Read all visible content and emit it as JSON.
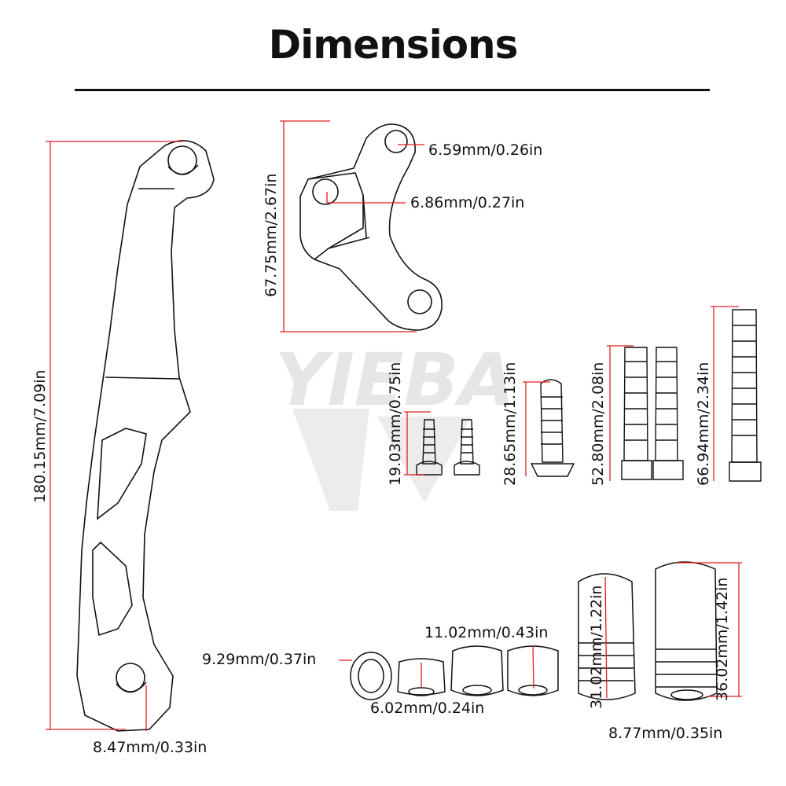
{
  "title": "Dimensions",
  "watermark": "YIEBA",
  "colors": {
    "dimension_line": "#e41d1d",
    "outline": "#111111",
    "watermark": "#e6e6e6"
  },
  "labels": {
    "arm_length": "180.15mm/7.09in",
    "arm_hole": "8.47mm/0.33in",
    "bracket_height": "67.75mm/2.67in",
    "bracket_hole_top": "6.59mm/0.26in",
    "bracket_hole_mid": "6.86mm/0.27in",
    "bolt_short": "19.03mm/0.75in",
    "bolt_button": "28.65mm/1.13in",
    "bolt_long_pair": "52.80mm/2.08in",
    "bolt_longest": "66.94mm/2.34in",
    "washer": "9.29mm/0.37in",
    "spacer_small": "6.02mm/0.24in",
    "spacer_medium": "11.02mm/0.43in",
    "spacer_tall": "31.02mm/1.22in",
    "spacer_tallest": "36.02mm/1.42in",
    "spacer_bore": "8.77mm/0.35in"
  }
}
